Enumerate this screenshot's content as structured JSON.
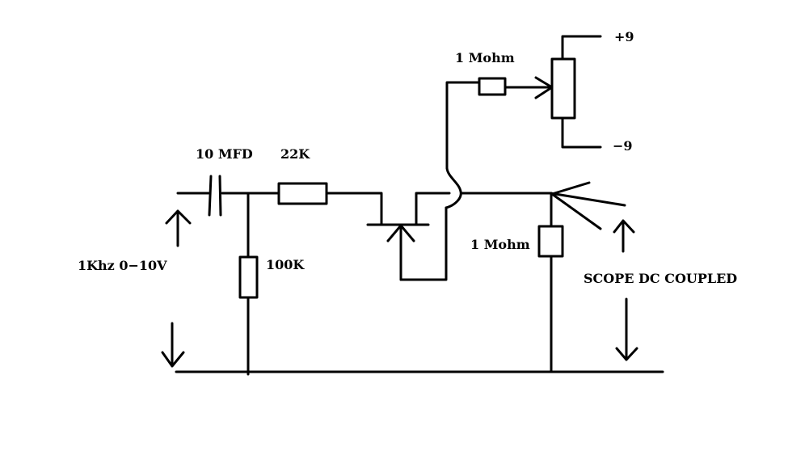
{
  "labels": {
    "capacitor": "10  MFD",
    "resistor_series": "22K",
    "resistor_shunt": "100K",
    "input_signal": "1Khz  0−10V",
    "resistor_bias": "1  Mohm",
    "resistor_load": "1  Mohm",
    "supply_positive": "+9",
    "supply_negative": "−9",
    "scope_note": "SCOPE DC COUPLED"
  }
}
